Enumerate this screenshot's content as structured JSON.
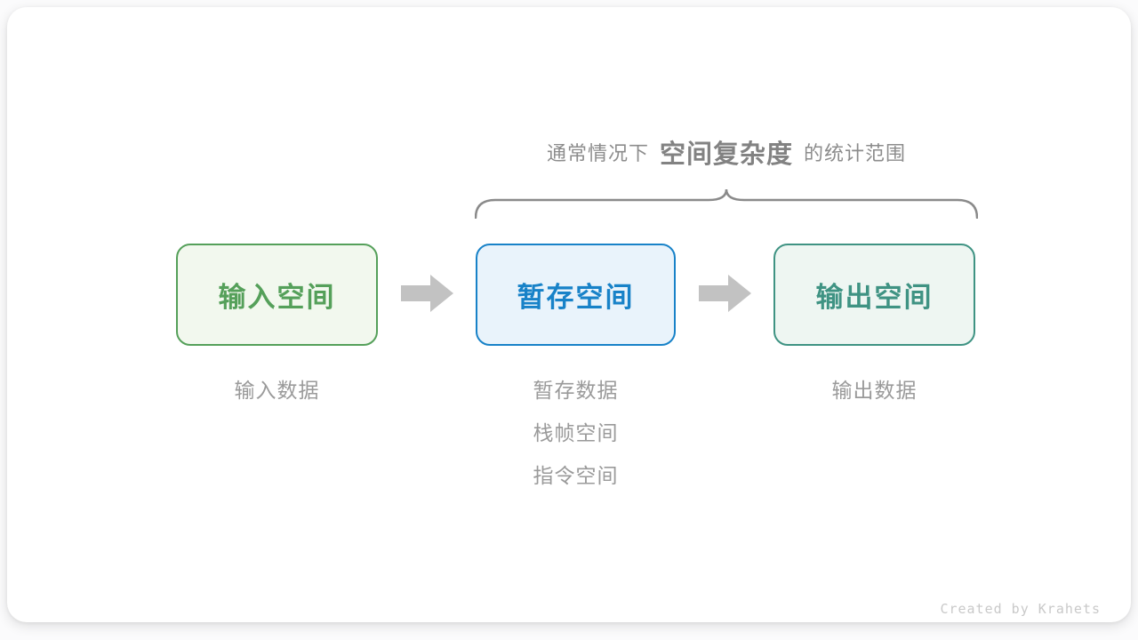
{
  "annotation": {
    "prefix": "通常情况下",
    "highlight": "空间复杂度",
    "suffix": "的统计范围"
  },
  "nodes": [
    {
      "label": "输入空间",
      "notes": [
        "输入数据"
      ],
      "accent": "#55A05A",
      "background": "#F2F8EE"
    },
    {
      "label": "暂存空间",
      "notes": [
        "暂存数据",
        "栈帧空间",
        "指令空间"
      ],
      "accent": "#1882C8",
      "background": "#E9F3FB"
    },
    {
      "label": "输出空间",
      "notes": [
        "输出数据"
      ],
      "accent": "#3F9383",
      "background": "#EEF6F2"
    }
  ],
  "colors": {
    "arrow": "#C2C2C2",
    "brace": "#8A8A8A",
    "annotation_text": "#8C8C8C",
    "annotation_highlight": "#828282",
    "note_text": "#9A9A9A",
    "card_background": "#FFFFFF",
    "page_background": "#FBFBFC"
  },
  "footer": {
    "credit": "Created by Krahets"
  }
}
